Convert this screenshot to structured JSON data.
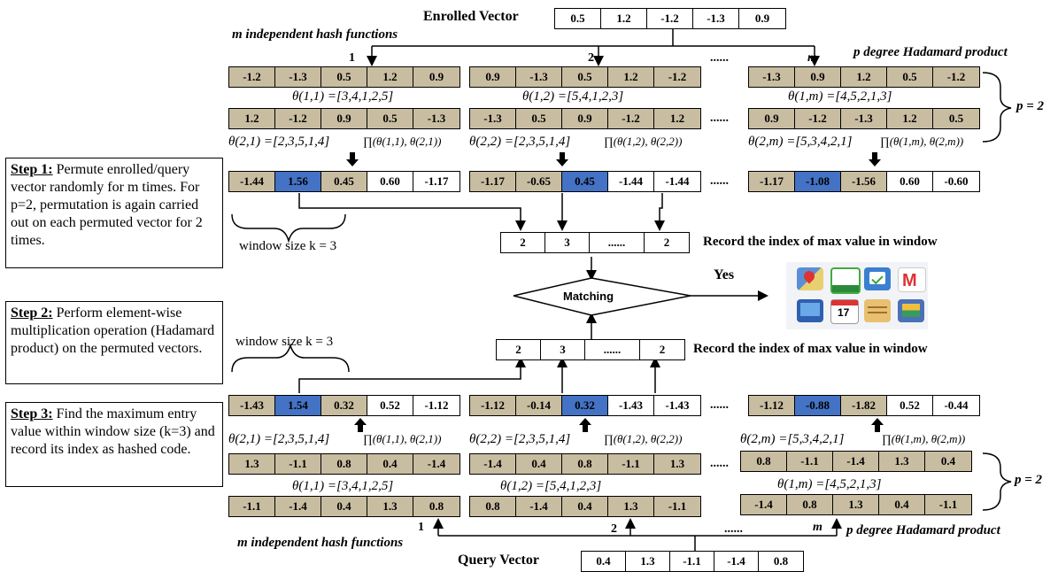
{
  "top": {
    "enrolled_label": "Enrolled Vector",
    "enrolled_values": [
      "0.5",
      "1.2",
      "-1.2",
      "-1.3",
      "0.9"
    ],
    "m_label": "m independent hash functions",
    "p_label": "p degree Hadamard product",
    "idx1": "1",
    "idx2": "2",
    "idxm": "m",
    "dots": "......",
    "perm1": [
      "-1.2",
      "-1.3",
      "0.5",
      "1.2",
      "0.9"
    ],
    "perm2": [
      "0.9",
      "-1.3",
      "0.5",
      "1.2",
      "-1.2"
    ],
    "permm": [
      "-1.3",
      "0.9",
      "1.2",
      "0.5",
      "-1.2"
    ],
    "theta11": "θ(1,1) =[3,4,1,2,5]",
    "theta12": "θ(1,2) =[5,4,1,2,3]",
    "theta1m": "θ(1,m) =[4,5,2,1,3]",
    "second1": [
      "1.2",
      "-1.2",
      "0.9",
      "0.5",
      "-1.3"
    ],
    "second2": [
      "-1.3",
      "0.5",
      "0.9",
      "-1.2",
      "1.2"
    ],
    "secondm": [
      "0.9",
      "-1.2",
      "-1.3",
      "1.2",
      "0.5"
    ],
    "p_eq": "p = 2",
    "theta21": "θ(2,1) =[2,3,5,1,4]",
    "theta22": "θ(2,2) =[2,3,5,1,4]",
    "theta2m": "θ(2,m) =[5,3,4,2,1]",
    "prod1": "∏(θ(1,1), θ(2,1))",
    "prod2": "∏(θ(1,2), θ(2,2))",
    "prodm": "∏(θ(1,m), θ(2,m))",
    "res1": [
      "-1.44",
      "1.56",
      "0.45",
      "0.60",
      "-1.17"
    ],
    "res2": [
      "-1.17",
      "-0.65",
      "0.45",
      "-1.44",
      "-1.44"
    ],
    "resm": [
      "-1.17",
      "-1.08",
      "-1.56",
      "0.60",
      "-0.60"
    ],
    "window_label": "window size k = 3",
    "index_values": [
      "2",
      "3",
      "......",
      "2"
    ],
    "record_label": "Record the index of max value in window"
  },
  "middle": {
    "matching": "Matching",
    "yes": "Yes"
  },
  "bottom": {
    "window_label": "window size k = 3",
    "index_values": [
      "2",
      "3",
      "......",
      "2"
    ],
    "record_label": "Record the index of max value in window",
    "res1": [
      "-1.43",
      "1.54",
      "0.32",
      "0.52",
      "-1.12"
    ],
    "res2": [
      "-1.12",
      "-0.14",
      "0.32",
      "-1.43",
      "-1.43"
    ],
    "resm": [
      "-1.12",
      "-0.88",
      "-1.82",
      "0.52",
      "-0.44"
    ],
    "theta21": "θ(2,1) =[2,3,5,1,4]",
    "theta22": "θ(2,2) =[2,3,5,1,4]",
    "theta2m": "θ(2,m) =[5,3,4,2,1]",
    "prod1": "∏(θ(1,1), θ(2,1))",
    "prod2": "∏(θ(1,2), θ(2,2))",
    "prodm": "∏(θ(1,m), θ(2,m))",
    "second1": [
      "1.3",
      "-1.1",
      "0.8",
      "0.4",
      "-1.4"
    ],
    "second2": [
      "-1.4",
      "0.4",
      "0.8",
      "-1.1",
      "1.3"
    ],
    "secondm": [
      "0.8",
      "-1.1",
      "-1.4",
      "1.3",
      "0.4"
    ],
    "theta11": "θ(1,1) =[3,4,1,2,5]",
    "theta12": "θ(1,2) =[5,4,1,2,3]",
    "theta1m": "θ(1,m) =[4,5,2,1,3]",
    "perm1": [
      "-1.1",
      "-1.4",
      "0.4",
      "1.3",
      "0.8"
    ],
    "perm2": [
      "0.8",
      "-1.4",
      "0.4",
      "1.3",
      "-1.1"
    ],
    "permm": [
      "-1.4",
      "0.8",
      "1.3",
      "0.4",
      "-1.1"
    ],
    "p_eq": "p = 2",
    "idx1": "1",
    "idx2": "2",
    "idxm": "m",
    "dots": "......",
    "m_label": "m independent hash functions",
    "p_label": "p degree Hadamard product",
    "query_label": "Query Vector",
    "query_values": [
      "0.4",
      "1.3",
      "-1.1",
      "-1.4",
      "0.8"
    ]
  },
  "steps": {
    "s1_title": "Step 1:",
    "s1_text": "Permute enrolled/query vector randomly for m times. For p=2, permutation is again carried out on each permuted vector for 2 times.",
    "s2_title": "Step 2:",
    "s2_text": "Perform element-wise multiplication operation (Hadamard product) on the permuted vectors.",
    "s3_title": "Step 3:",
    "s3_text": "Find the maximum entry value within window size (k=3) and record its index as hashed code."
  },
  "colors": {
    "tan": "#c9bda1",
    "blue": "#4472c4"
  },
  "app_icons": [
    "maps-icon",
    "calendar-app-icon",
    "checklist-icon",
    "gmail-icon",
    "monitor-icon",
    "calendar-17-icon",
    "notes-icon",
    "photos-icon"
  ]
}
